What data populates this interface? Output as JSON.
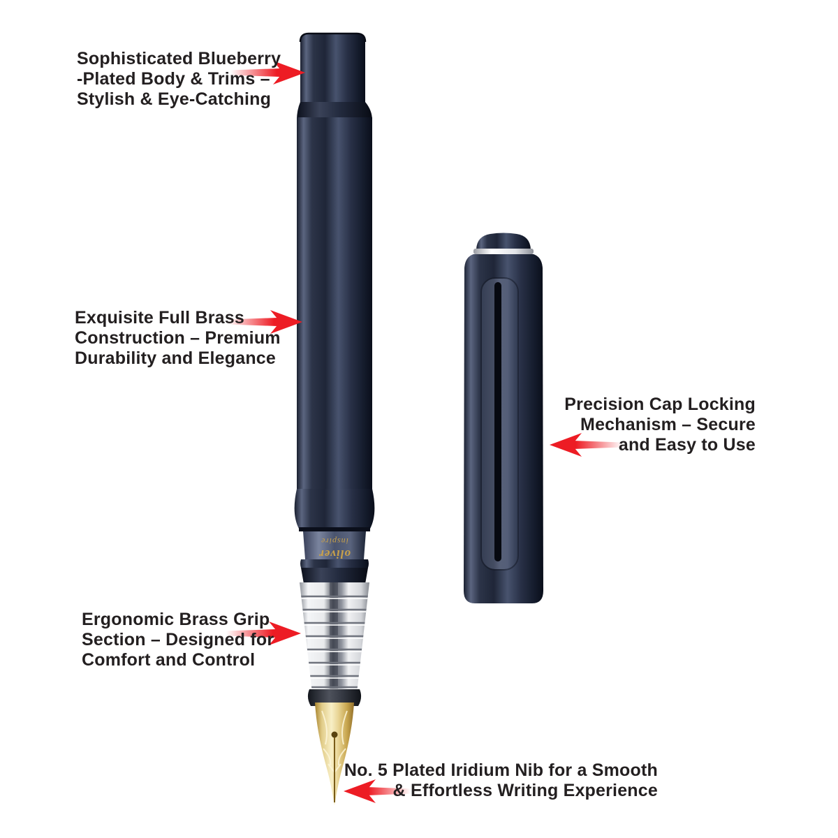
{
  "page": {
    "type": "product-infographic",
    "subject": "fountain pen with cap removed, nib pointing down"
  },
  "colors": {
    "arrow_red": "#ed1c24",
    "text": "#231f20",
    "background": "#ffffff",
    "pen_body_navy": "#242c42",
    "cap_ring_silver": "#e6e6e6",
    "grip_chrome": "#e8eaec",
    "nib_gold": "#d9b95c",
    "brand_gold": "#c9a14a"
  },
  "product": {
    "brand_text": "oliver",
    "model_text": "inspire"
  },
  "callouts": {
    "body": {
      "lines": [
        "Sophisticated Blueberry",
        "-Plated Body & Trims –",
        "Stylish & Eye-Catching"
      ],
      "arrow_direction": "right"
    },
    "brass": {
      "lines": [
        "Exquisite Full Brass",
        "Construction – Premium",
        "Durability and Elegance"
      ],
      "arrow_direction": "right"
    },
    "cap": {
      "lines": [
        "Precision Cap Locking",
        "Mechanism – Secure",
        "and Easy to Use"
      ],
      "arrow_direction": "left"
    },
    "grip": {
      "lines": [
        "Ergonomic Brass Grip",
        "Section – Designed for",
        "Comfort and Control"
      ],
      "arrow_direction": "right"
    },
    "nib": {
      "lines": [
        "No. 5 Plated Iridium Nib for a Smooth",
        "& Effortless Writing Experience"
      ],
      "arrow_direction": "left"
    }
  }
}
